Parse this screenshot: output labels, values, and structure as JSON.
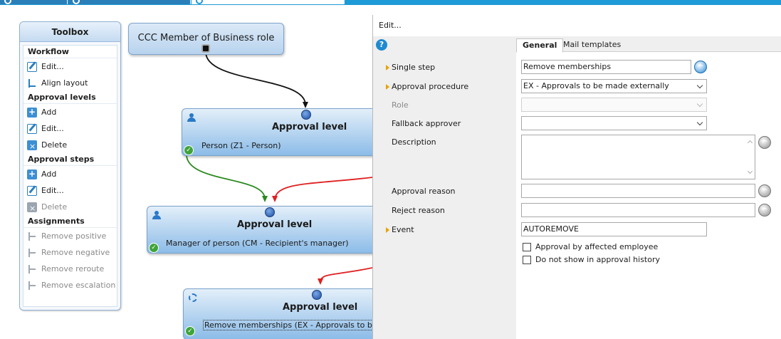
{
  "toolbox": {
    "title": "Toolbox",
    "sections": [
      {
        "label": "Workflow",
        "items": [
          {
            "label": "Edit...",
            "icon": "edit-icon",
            "enabled": true
          },
          {
            "label": "Align layout",
            "icon": "align-icon",
            "enabled": true
          }
        ]
      },
      {
        "label": "Approval levels",
        "items": [
          {
            "label": "Add",
            "icon": "add-icon",
            "enabled": true
          },
          {
            "label": "Edit...",
            "icon": "edit-icon",
            "enabled": true
          },
          {
            "label": "Delete",
            "icon": "delete-icon",
            "enabled": true
          }
        ]
      },
      {
        "label": "Approval steps",
        "items": [
          {
            "label": "Add",
            "icon": "add-icon",
            "enabled": true
          },
          {
            "label": "Edit...",
            "icon": "edit-icon",
            "enabled": true
          },
          {
            "label": "Delete",
            "icon": "delete-icon",
            "enabled": false
          }
        ]
      },
      {
        "label": "Assignments",
        "items": [
          {
            "label": "Remove positive",
            "icon": "assignment-icon",
            "enabled": false
          },
          {
            "label": "Remove negative",
            "icon": "assignment-icon",
            "enabled": false
          },
          {
            "label": "Remove reroute",
            "icon": "assignment-icon",
            "enabled": false
          },
          {
            "label": "Remove escalation",
            "icon": "assignment-icon",
            "enabled": false
          }
        ]
      }
    ]
  },
  "workflow": {
    "start_node": "CCC Member of Business role",
    "levels": [
      {
        "title": "Approval level",
        "subtitle": "Person (Z1 - Person)"
      },
      {
        "title": "Approval level",
        "subtitle": "Manager of person (CM - Recipient's manager)"
      },
      {
        "title": "Approval level",
        "subtitle": "Remove memberships (EX - Approvals to be made"
      }
    ],
    "colors": {
      "positive": "#2b8a1f",
      "negative": "#e02020",
      "default": "#111111"
    }
  },
  "dialog": {
    "title": "Edit...",
    "tabs": [
      "General",
      "Mail templates"
    ],
    "active_tab": "General",
    "fields": {
      "single_step": {
        "label": "Single step",
        "value": "Remove memberships"
      },
      "approval_procedure": {
        "label": "Approval procedure",
        "value": "EX - Approvals to be made externally"
      },
      "role": {
        "label": "Role",
        "value": ""
      },
      "fallback_approver": {
        "label": "Fallback approver",
        "value": ""
      },
      "description": {
        "label": "Description",
        "value": ""
      },
      "approval_reason": {
        "label": "Approval reason",
        "value": ""
      },
      "reject_reason": {
        "label": "Reject reason",
        "value": ""
      },
      "event": {
        "label": "Event",
        "value": "AUTOREMOVE"
      }
    },
    "checkboxes": {
      "approval_by_affected": {
        "label": "Approval by affected employee",
        "checked": false
      },
      "do_not_show_history": {
        "label": "Do not show in approval history",
        "checked": false
      }
    }
  }
}
